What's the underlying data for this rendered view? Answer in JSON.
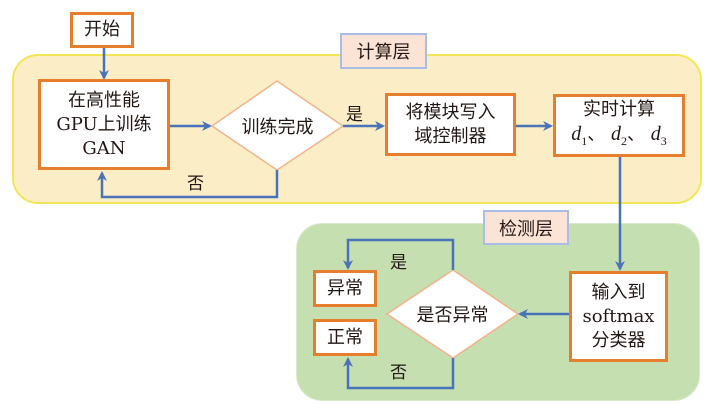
{
  "diagram": {
    "start": "开始",
    "layers": {
      "compute": "计算层",
      "detect": "检测层"
    },
    "nodes": {
      "train": [
        "在高性能",
        "GPU上训练",
        "GAN"
      ],
      "train_done": "训练完成",
      "write_module": [
        "将模块写入",
        "域控制器"
      ],
      "realtime_calc": {
        "line1": "实时计算",
        "vars": [
          "d",
          "d",
          "d"
        ],
        "subs": [
          "1",
          "2",
          "3"
        ],
        "sep": "、"
      },
      "softmax": [
        "输入到",
        "softmax",
        "分类器"
      ],
      "is_abnormal": "是否异常",
      "abnormal": "异常",
      "normal": "正常"
    },
    "edge_labels": {
      "train_done_yes": "是",
      "train_done_no": "否",
      "abnormal_yes": "是",
      "abnormal_no": "否"
    },
    "colors": {
      "box_border": "#E67E2E",
      "diamond_border": "#F2B38A",
      "arrow": "#4A72B8",
      "compute_panel": "#FBEEC6",
      "detect_panel": "#C5DFB0",
      "label_fill": "#FBE3D6",
      "label_border": "#A9BDE5"
    }
  }
}
